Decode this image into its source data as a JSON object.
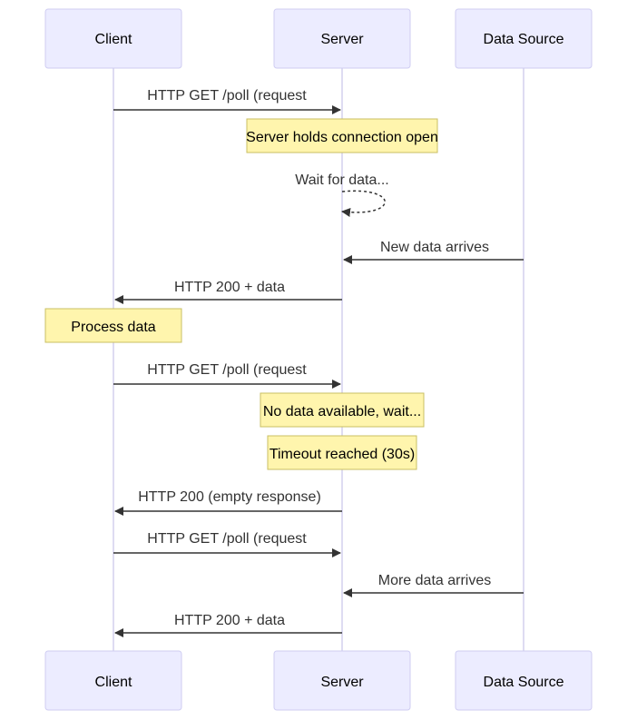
{
  "participants": {
    "client": "Client",
    "server": "Server",
    "data_source": "Data Source"
  },
  "messages": {
    "m1": "HTTP GET /poll (request",
    "m2": "Wait for data...",
    "m3": "New data arrives",
    "m4": "HTTP 200 + data",
    "m5": "HTTP GET /poll (request",
    "m6": "HTTP 200 (empty response)",
    "m7": "HTTP GET /poll (request",
    "m8": "More data arrives",
    "m9": "HTTP 200 + data"
  },
  "notes": {
    "n1": "Server holds connection open",
    "n2": "Process data",
    "n3": "No data available, wait...",
    "n4": "Timeout reached (30s)"
  },
  "colors": {
    "actor_fill": "#ececff",
    "actor_stroke": "#cfcdf2",
    "note_fill": "#fff5ad",
    "note_stroke": "#c8bf63",
    "line": "#333333"
  }
}
